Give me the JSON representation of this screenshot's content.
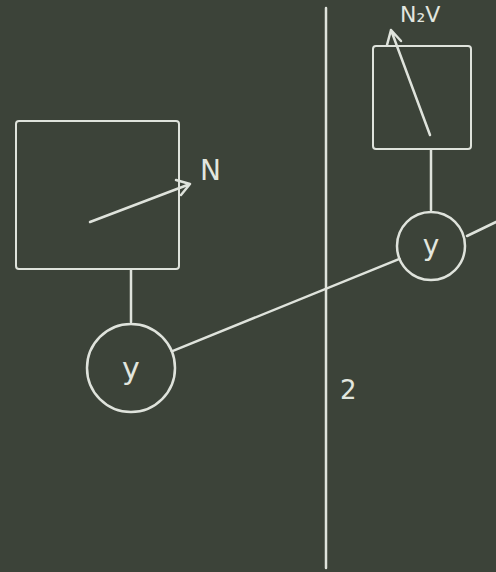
{
  "diagram": {
    "nodes": [
      {
        "text": [
          "N"
        ]
      },
      {
        "text": [
          "y"
        ]
      },
      {
        "text": [
          "N₂V"
        ]
      },
      {
        "text": [
          "y"
        ]
      }
    ],
    "edges": [
      {
        "from": 0,
        "to": 1,
        "arrow": "none"
      },
      {
        "from": 2,
        "to": 3,
        "arrow": "none"
      },
      {
        "from": 1,
        "to": 3,
        "arrow": "none"
      }
    ],
    "labels": [
      "2"
    ]
  }
}
